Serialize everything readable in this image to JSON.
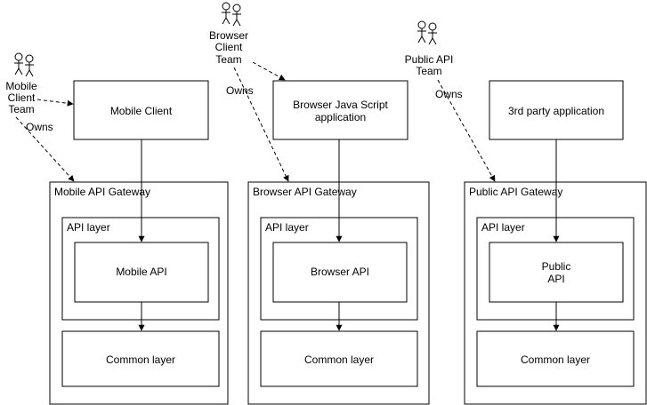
{
  "actors": [
    {
      "id": "mobile-client-team",
      "lines": [
        "Mobile",
        "Client",
        "Team"
      ],
      "edge_label": "Owns"
    },
    {
      "id": "browser-client-team",
      "lines": [
        "Browser",
        "Client",
        "Team"
      ],
      "edge_label": "Owns"
    },
    {
      "id": "public-api-team",
      "lines": [
        "Public API",
        "Team"
      ],
      "edge_label": "Owns"
    }
  ],
  "columns": [
    {
      "id": "mobile",
      "client_lines": [
        "Mobile Client"
      ],
      "gateway": "Mobile API Gateway",
      "api_layer": "API layer",
      "api_lines": [
        "Mobile API"
      ],
      "common": "Common layer"
    },
    {
      "id": "browser",
      "client_lines": [
        "Browser Java Script",
        "application"
      ],
      "gateway": "Browser API Gateway",
      "api_layer": "API layer",
      "api_lines": [
        "Browser API"
      ],
      "common": "Common layer"
    },
    {
      "id": "public",
      "client_lines": [
        "3rd party application"
      ],
      "gateway": "Public API Gateway",
      "api_layer": "API layer",
      "api_lines": [
        "Public",
        "API"
      ],
      "common": "Common layer"
    }
  ]
}
